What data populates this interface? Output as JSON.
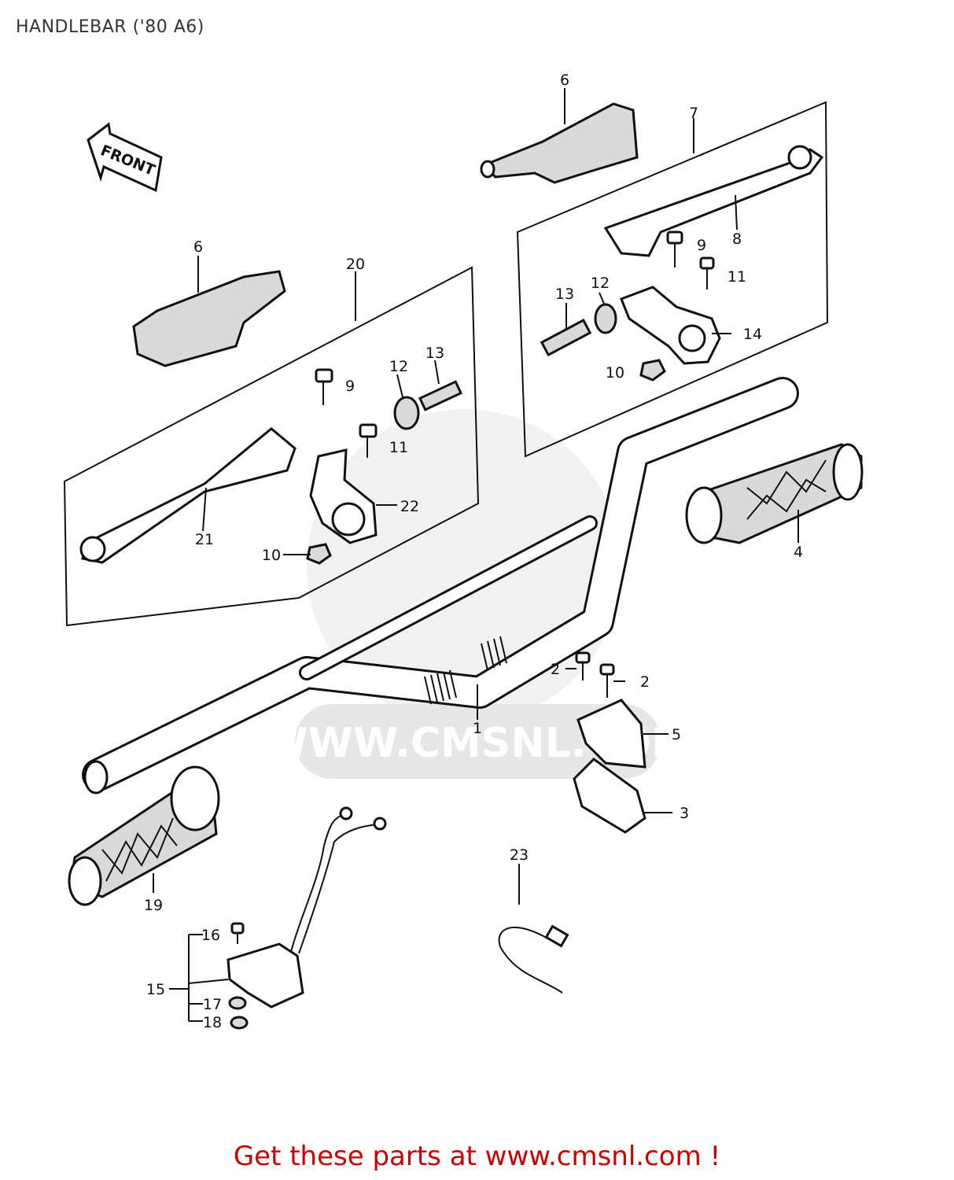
{
  "page": {
    "title": "HANDLEBAR ('80 A6)",
    "footer": "Get these parts at www.cmsnl.com !"
  },
  "watermark": {
    "text": "WWW.CMSNL.COM"
  },
  "front_arrow": {
    "label": "FRONT"
  },
  "callouts": {
    "c1": "1",
    "c2a": "2",
    "c2b": "2",
    "c3": "3",
    "c4": "4",
    "c5": "5",
    "c6a": "6",
    "c6b": "6",
    "c7": "7",
    "c8": "8",
    "c9a": "9",
    "c9b": "9",
    "c10a": "10",
    "c10b": "10",
    "c11a": "11",
    "c11b": "11",
    "c12a": "12",
    "c12b": "12",
    "c13a": "13",
    "c13b": "13",
    "c14": "14",
    "c15": "15",
    "c16": "16",
    "c17": "17",
    "c18": "18",
    "c19": "19",
    "c20": "20",
    "c21": "21",
    "c22": "22",
    "c23": "23"
  },
  "colors": {
    "footer": "#cc0000",
    "ink": "#111111",
    "watermark": "#e6e6e6"
  }
}
